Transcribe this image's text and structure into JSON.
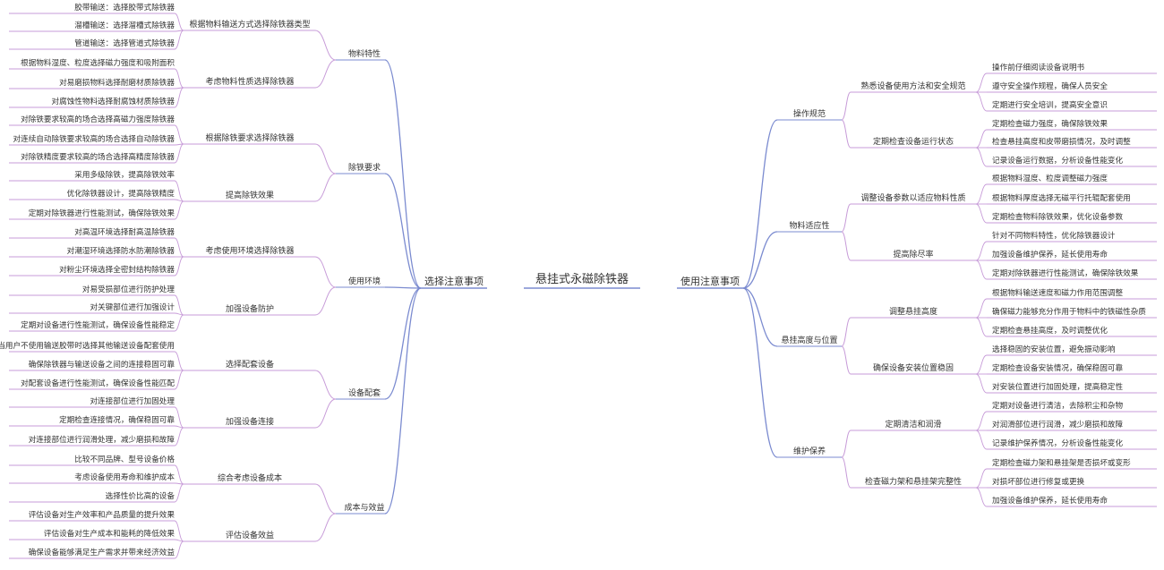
{
  "colors": {
    "branch": "#7b8bd0",
    "leaf": "#c79bd8",
    "root_line": "#7b8bd0",
    "text": "#333333"
  },
  "root": {
    "label": "悬挂式永磁除铁器"
  },
  "left": {
    "label": "选择注意事项",
    "children": [
      {
        "label": "物料特性",
        "children": [
          {
            "label": "根据物料输送方式选择除铁器类型",
            "children": [
              "胶带输送：选择胶带式除铁器",
              "溜槽输送：选择溜槽式除铁器",
              "管道输送：选择管道式除铁器"
            ]
          },
          {
            "label": "考虑物料性质选择除铁器",
            "children": [
              "根据物料湿度、粒度选择磁力强度和吸附面积",
              "对易磨损物料选择耐磨材质除铁器",
              "对腐蚀性物料选择耐腐蚀材质除铁器"
            ]
          }
        ]
      },
      {
        "label": "除铁要求",
        "children": [
          {
            "label": "根据除铁要求选择除铁器",
            "children": [
              "对除铁要求较高的场合选择高磁力强度除铁器",
              "对连续自动除铁要求较高的场合选择自动除铁器",
              "对除铁精度要求较高的场合选择高精度除铁器"
            ]
          },
          {
            "label": "提高除铁效果",
            "children": [
              "采用多级除铁，提高除铁效率",
              "优化除铁器设计，提高除铁精度",
              "定期对除铁器进行性能测试，确保除铁效果"
            ]
          }
        ]
      },
      {
        "label": "使用环境",
        "children": [
          {
            "label": "考虑使用环境选择除铁器",
            "children": [
              "对高温环境选择耐高温除铁器",
              "对潮湿环境选择防水防潮除铁器",
              "对粉尘环境选择全密封结构除铁器"
            ]
          },
          {
            "label": "加强设备防护",
            "children": [
              "对易受损部位进行防护处理",
              "对关键部位进行加强设计",
              "定期对设备进行性能测试，确保设备性能稳定"
            ]
          }
        ]
      },
      {
        "label": "设备配套",
        "children": [
          {
            "label": "选择配套设备",
            "children": [
              "当用户不使用输送胶带时选择其他输送设备配套使用",
              "确保除铁器与输送设备之间的连接稳固可靠",
              "对配套设备进行性能测试，确保设备性能匹配"
            ]
          },
          {
            "label": "加强设备连接",
            "children": [
              "对连接部位进行加固处理",
              "定期检查连接情况，确保稳固可靠",
              "对连接部位进行润滑处理，减少磨损和故障"
            ]
          }
        ]
      },
      {
        "label": "成本与效益",
        "children": [
          {
            "label": "综合考虑设备成本",
            "children": [
              "比较不同品牌、型号设备价格",
              "考虑设备使用寿命和维护成本",
              "选择性价比高的设备"
            ]
          },
          {
            "label": "评估设备效益",
            "children": [
              "评估设备对生产效率和产品质量的提升效果",
              "评估设备对生产成本和能耗的降低效果",
              "确保设备能够满足生产需求并带来经济效益"
            ]
          }
        ]
      }
    ]
  },
  "right": {
    "label": "使用注意事项",
    "children": [
      {
        "label": "操作规范",
        "children": [
          {
            "label": "熟悉设备使用方法和安全规范",
            "children": [
              "操作前仔细阅读设备说明书",
              "遵守安全操作规程，确保人员安全",
              "定期进行安全培训，提高安全意识"
            ]
          },
          {
            "label": "定期检查设备运行状态",
            "children": [
              "定期检查磁力强度，确保除铁效果",
              "检查悬挂高度和皮带磨损情况，及时调整",
              "记录设备运行数据，分析设备性能变化"
            ]
          }
        ]
      },
      {
        "label": "物料适应性",
        "children": [
          {
            "label": "调整设备参数以适应物料性质",
            "children": [
              "根据物料湿度、粒度调整磁力强度",
              "根据物料厚度选择无磁平行托辊配套使用",
              "定期检查物料除铁效果，优化设备参数"
            ]
          },
          {
            "label": "提高除尽率",
            "children": [
              "针对不同物料特性，优化除铁器设计",
              "加强设备维护保养，延长使用寿命",
              "定期对除铁器进行性能测试，确保除铁效果"
            ]
          }
        ]
      },
      {
        "label": "悬挂高度与位置",
        "children": [
          {
            "label": "调整悬挂高度",
            "children": [
              "根据物料输送速度和磁力作用范围调整",
              "确保磁力能够充分作用于物料中的铁磁性杂质",
              "定期检查悬挂高度，及时调整优化"
            ]
          },
          {
            "label": "确保设备安装位置稳固",
            "children": [
              "选择稳固的安装位置，避免振动影响",
              "定期检查设备安装情况，确保稳固可靠",
              "对安装位置进行加固处理，提高稳定性"
            ]
          }
        ]
      },
      {
        "label": "维护保养",
        "children": [
          {
            "label": "定期清洁和润滑",
            "children": [
              "定期对设备进行清洁，去除积尘和杂物",
              "对润滑部位进行润滑，减少磨损和故障",
              "记录维护保养情况，分析设备性能变化"
            ]
          },
          {
            "label": "检查磁力架和悬挂架完整性",
            "children": [
              "定期检查磁力架和悬挂架是否损坏或变形",
              "对损坏部位进行修复或更换",
              "加强设备维护保养，延长使用寿命"
            ]
          }
        ]
      }
    ]
  }
}
